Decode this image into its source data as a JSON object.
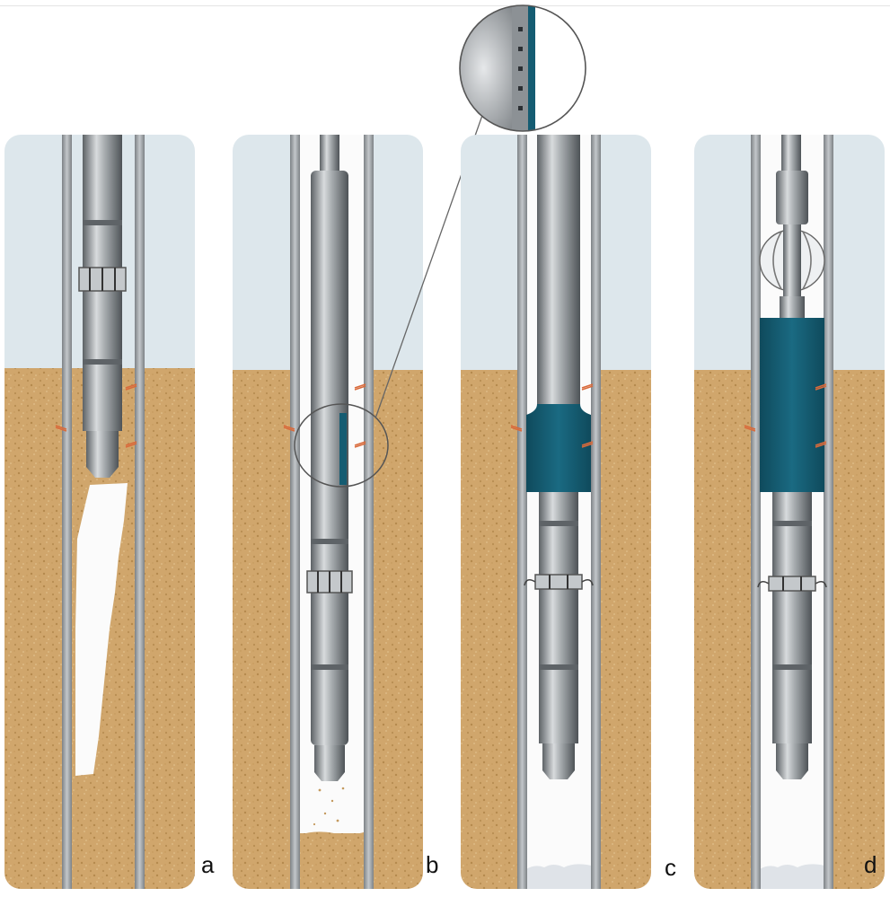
{
  "panels": [
    {
      "id": "a",
      "label": "a"
    },
    {
      "id": "b",
      "label": "b"
    },
    {
      "id": "c",
      "label": "c"
    },
    {
      "id": "d",
      "label": "d"
    }
  ],
  "colors": {
    "sky": "#dde7ec",
    "sand": "#cfa56a",
    "casing": "#9ea3a7",
    "tool_dark": "#6f7478",
    "tool_light": "#d9dcde",
    "sealant": "#155c72",
    "cavity": "#fbfbfb"
  }
}
